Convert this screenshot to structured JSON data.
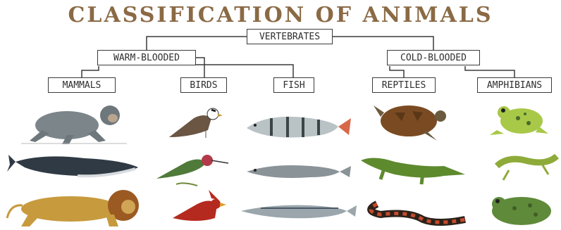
{
  "title": "CLASSIFICATION OF ANIMALS",
  "tree": {
    "root": "VERTEBRATES",
    "groups": [
      "WARM-BLOODED",
      "COLD-BLOODED"
    ],
    "classes": [
      "MAMMALS",
      "BIRDS",
      "FISH",
      "REPTILES",
      "AMPHIBIANS"
    ]
  },
  "colors": {
    "title": "#8a6a45",
    "line": "#3a3a3a"
  },
  "animals": {
    "mammals": [
      "chimpanzee-icon",
      "whale-icon",
      "lion-icon"
    ],
    "birds": [
      "sparrow-icon",
      "hummingbird-icon",
      "cardinal-icon"
    ],
    "fish": [
      "perch-icon",
      "cod-icon",
      "mackerel-icon"
    ],
    "reptiles": [
      "sea-turtle-icon",
      "crocodile-icon",
      "snake-icon"
    ],
    "amphibians": [
      "frog-icon",
      "newt-icon",
      "toad-icon"
    ]
  }
}
